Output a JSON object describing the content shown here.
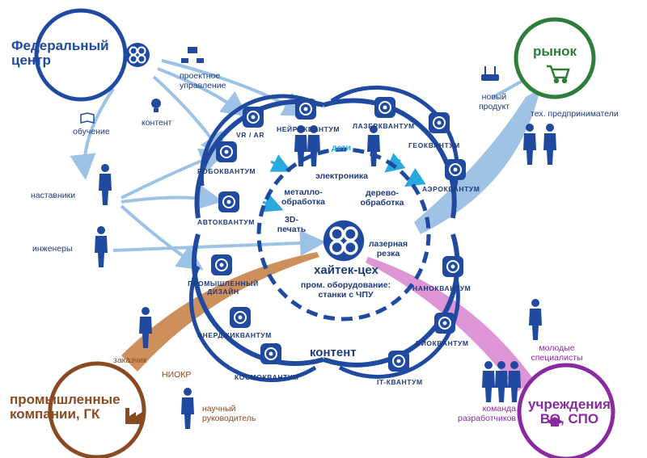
{
  "nodes": {
    "federal": "Федеральный центр",
    "market": "рынок",
    "companies": "промышленные компании, ГК",
    "universities": "учреждения ВО, СПО",
    "hightech": "хайтек-цех",
    "hightech_sub": "пром. оборудование: станки с ЧПУ",
    "content_center": "контент"
  },
  "left_labels": {
    "project_mgmt": "проектное управление",
    "training": "обучение",
    "content": "контент",
    "mentors": "наставники",
    "engineers": "инженеры",
    "customer": "заказчик",
    "rnd": "НИОКР",
    "supervisor": "научный руководитель"
  },
  "right_labels": {
    "new_product": "новый продукт",
    "tech_entrepreneurs": "тех. предприниматели",
    "young_specialists": "молодые специалисты",
    "dev_team": "команда разработчиков"
  },
  "inner_labels": {
    "kids": "дети",
    "electronics": "электроника",
    "metalworking": "металло- обработка",
    "woodworking": "дерево- обработка",
    "printing3d": "3D- печать",
    "laser_cutting": "лазерная резка"
  },
  "quantums": {
    "vr": "VR / AR",
    "neuro": "НЕЙРОКВАНТУМ",
    "laser": "ЛАЗЕРКВАНТУМ",
    "geo": "ГЕОКВАНТУМ",
    "aero": "АЭРОКВАНТУМ",
    "robo": "РОБОКВАНТУМ",
    "auto": "АВТОКВАНТУМ",
    "industrial_design": "ПРОМЫШЛЕННЫЙ ДИЗАЙН",
    "energy": "ЭНЕРДЖИКВАНТУМ",
    "cosmo": "КОСМОКВАНТУМ",
    "nano": "НАНОКВАНТУМ",
    "bio": "БИОКВАНТУМ",
    "it": "IT-КВАНТУМ"
  },
  "colors": {
    "primary": "#1f4aa0",
    "arrow_light": "#9cc3e6",
    "market_green": "#2e7d3a",
    "companies_brown": "#8a4a22",
    "universities_purple": "#8a2aa0",
    "brown_arrow": "#c8844a",
    "pink_arrow": "#d98ad0",
    "cyan_arrow": "#29a9e0"
  },
  "icons": [
    "kvantorium-logo-icon",
    "lightbulb-icon",
    "org-chart-icon",
    "book-icon",
    "router-icon",
    "cart-icon",
    "factory-icon",
    "graduation-cap-icon",
    "person-icon"
  ]
}
